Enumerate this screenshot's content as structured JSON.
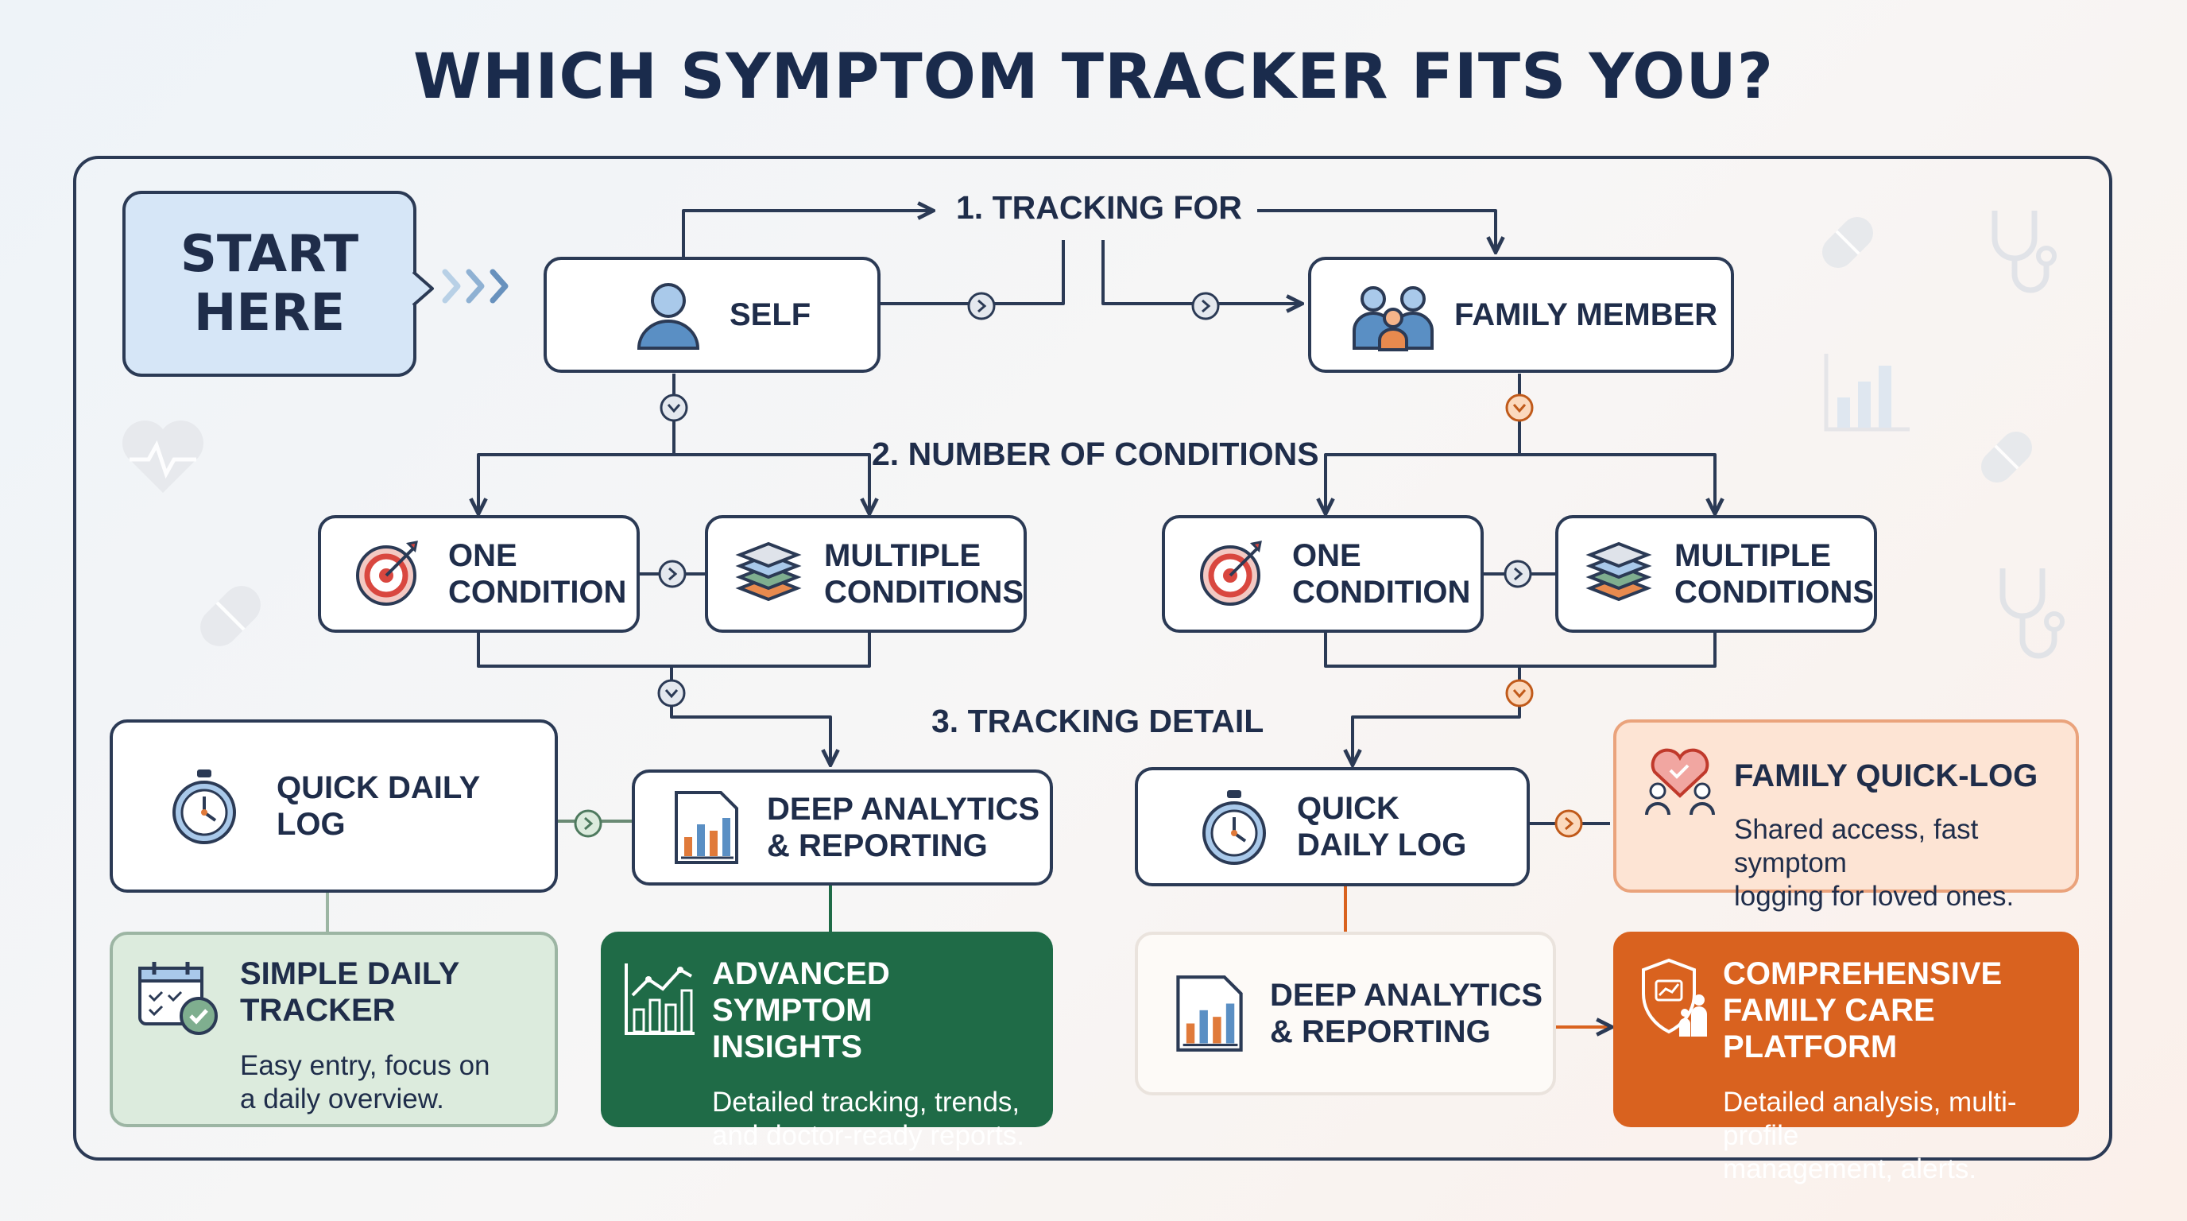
{
  "title": "WHICH SYMPTOM TRACKER FITS YOU?",
  "start": "START\nHERE",
  "steps": {
    "tracking_for": "1. TRACKING FOR",
    "conditions": "2. NUMBER OF CONDITIONS",
    "detail": "3. TRACKING DETAIL"
  },
  "who": {
    "self": "SELF",
    "family": "FAMILY MEMBER"
  },
  "conditions": {
    "one": "ONE\nCONDITION",
    "multiple": "MULTIPLE\nCONDITIONS"
  },
  "detail_options": {
    "quick_left": "QUICK DAILY\nLOG",
    "deep_left": "DEEP ANALYTICS\n& REPORTING",
    "quick_right": "QUICK\nDAILY LOG",
    "deep_right": "DEEP ANALYTICS\n& REPORTING"
  },
  "results": {
    "simple": {
      "title": "SIMPLE DAILY\nTRACKER",
      "desc": "Easy entry, focus on\na daily overview."
    },
    "advanced": {
      "title": "ADVANCED SYMPTOM\nINSIGHTS",
      "desc": "Detailed tracking, trends,\nand doctor-ready reports."
    },
    "family_quick": {
      "title": "FAMILY QUICK-LOG",
      "desc": "Shared access, fast symptom\nlogging for loved ones."
    },
    "comprehensive": {
      "title": "COMPREHENSIVE\nFAMILY CARE PLATFORM",
      "desc": "Detailed analysis, multi-profile\nmanagement, alerts."
    }
  },
  "colors": {
    "navy": "#1f2d4a",
    "start_fill": "#d6e6f7",
    "simple_fill": "#dcebdd",
    "advanced_fill": "#1f6b47",
    "family_quick_fill": "#fde4d4",
    "comprehensive_fill": "#d9621f",
    "accent_orange": "#e07a3a"
  }
}
